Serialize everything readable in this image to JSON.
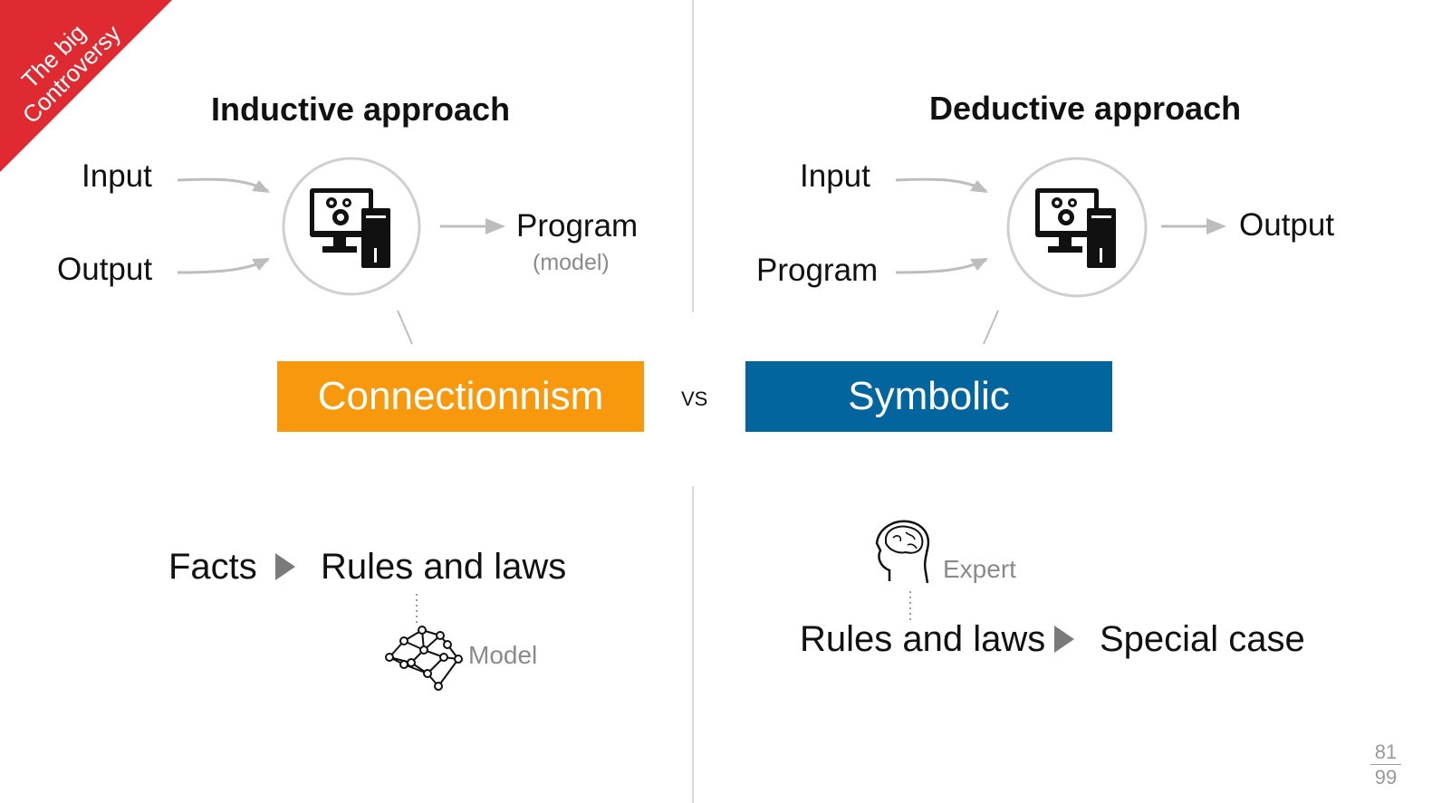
{
  "corner_tag": {
    "line1": "The big",
    "line2": "Controversy"
  },
  "left": {
    "title": "Inductive approach",
    "inputs": [
      "Input",
      "Output"
    ],
    "result": "Program",
    "result_note": "(model)",
    "box_label": "Connectionnism",
    "bottom": {
      "from": "Facts",
      "to": "Rules and laws",
      "caption": "Model"
    }
  },
  "versus": "VS",
  "right": {
    "title": "Deductive approach",
    "inputs": [
      "Input",
      "Program"
    ],
    "result": "Output",
    "box_label": "Symbolic",
    "bottom": {
      "caption": "Expert",
      "from": "Rules and laws",
      "to": "Special case"
    }
  },
  "page": {
    "current": "81",
    "total": "99"
  },
  "colors": {
    "corner": "#e02a32",
    "connectionism": "#f7980d",
    "symbolic": "#03659d",
    "arrow": "#bdbdbd"
  },
  "icons": [
    "computer-icon",
    "gear-icon",
    "neural-network-icon",
    "brain-head-icon",
    "play-arrow-icon"
  ]
}
